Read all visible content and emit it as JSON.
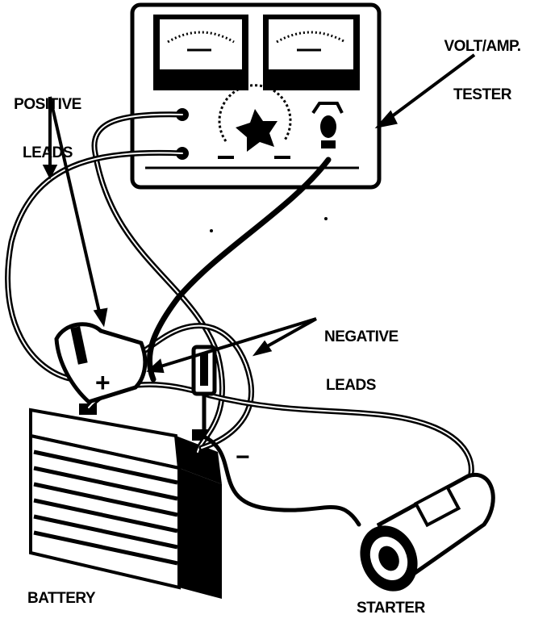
{
  "labels": {
    "tester": [
      "VOLT/AMP.",
      "TESTER"
    ],
    "positive_leads": [
      "POSITIVE",
      "LEADS"
    ],
    "negative_leads": [
      "NEGATIVE",
      "LEADS"
    ],
    "battery": "BATTERY",
    "starter": "STARTER"
  },
  "signs": {
    "plus": "+",
    "minus": "−"
  },
  "colors": {
    "ink": "#000000",
    "paper": "#ffffff"
  }
}
